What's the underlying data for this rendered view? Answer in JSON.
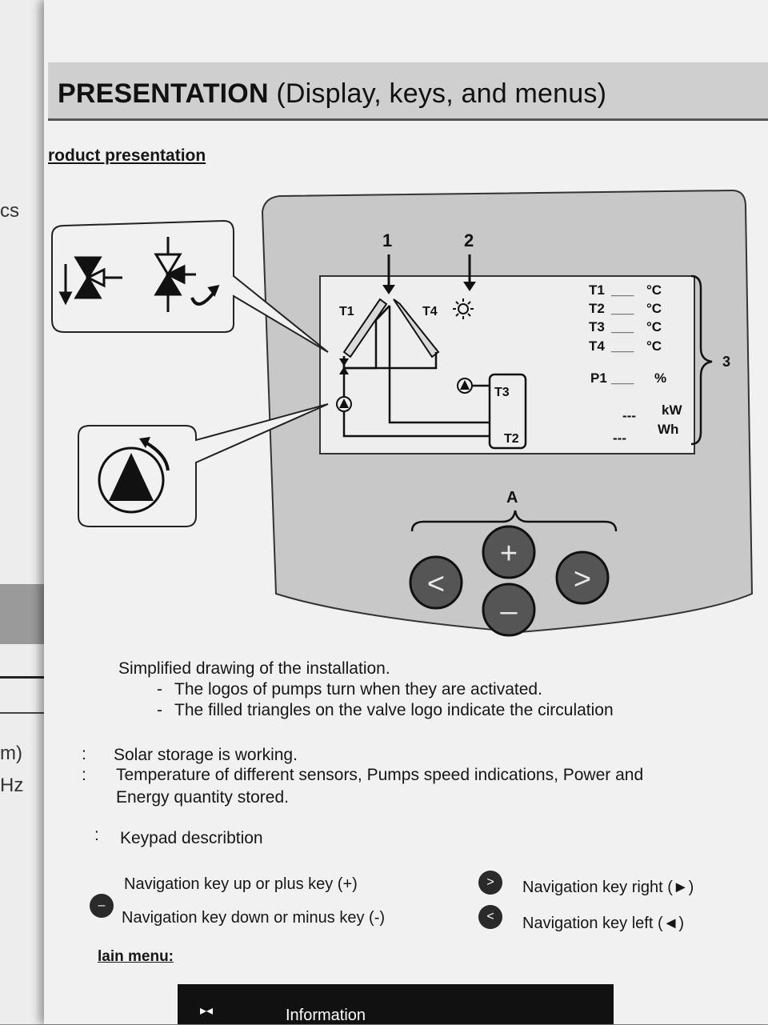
{
  "left_page": {
    "fragments": [
      "cs",
      "m)",
      "Hz"
    ]
  },
  "header": {
    "title_main": "PRESENTATION",
    "title_sub": "(Display, keys, and menus)"
  },
  "section_heading": "roduct presentation",
  "diagram": {
    "callouts": {
      "c1": "1",
      "c2": "2",
      "c3": "3",
      "cA": "A"
    },
    "labels": {
      "t1": "T1",
      "t4": "T4",
      "t3": "T3",
      "t2": "T2"
    },
    "readouts": [
      {
        "name": "T1",
        "dashes": "___",
        "unit": "°C"
      },
      {
        "name": "T2",
        "dashes": "___",
        "unit": "°C"
      },
      {
        "name": "T3",
        "dashes": "___",
        "unit": "°C"
      },
      {
        "name": "T4",
        "dashes": "___",
        "unit": "°C"
      }
    ],
    "p1": {
      "name": "P1",
      "dashes": "___",
      "unit": "%"
    },
    "power": {
      "dashes": "---",
      "unit": "kW"
    },
    "energy": {
      "dashes": "---",
      "unit": "Wh"
    },
    "keys": {
      "plus": "+",
      "minus": "–",
      "left": "<",
      "right": ">"
    }
  },
  "description": {
    "intro": "Simplified drawing of the installation.",
    "bullets": [
      "The logos of pumps turn when they are activated.",
      "The filled triangles on the valve logo indicate the circulation"
    ],
    "item2": "Solar storage is working.",
    "item3_line1": "Temperature of different sensors, Pumps speed indications, Power and",
    "item3_line2": "Energy quantity stored.",
    "item_a": "Keypad describtion",
    "bullet_dash": "-",
    "colon": ":"
  },
  "keys": {
    "up": "Navigation key up or plus key (+)",
    "down": "Navigation key down or minus key (-)",
    "right": "Navigation key right (►)",
    "left": "Navigation key left (◄)",
    "right_icon": ">",
    "left_icon": "<",
    "minus_icon": "–"
  },
  "main_menu": {
    "heading": "lain menu:",
    "item": "Information",
    "icon": "▸◂"
  }
}
